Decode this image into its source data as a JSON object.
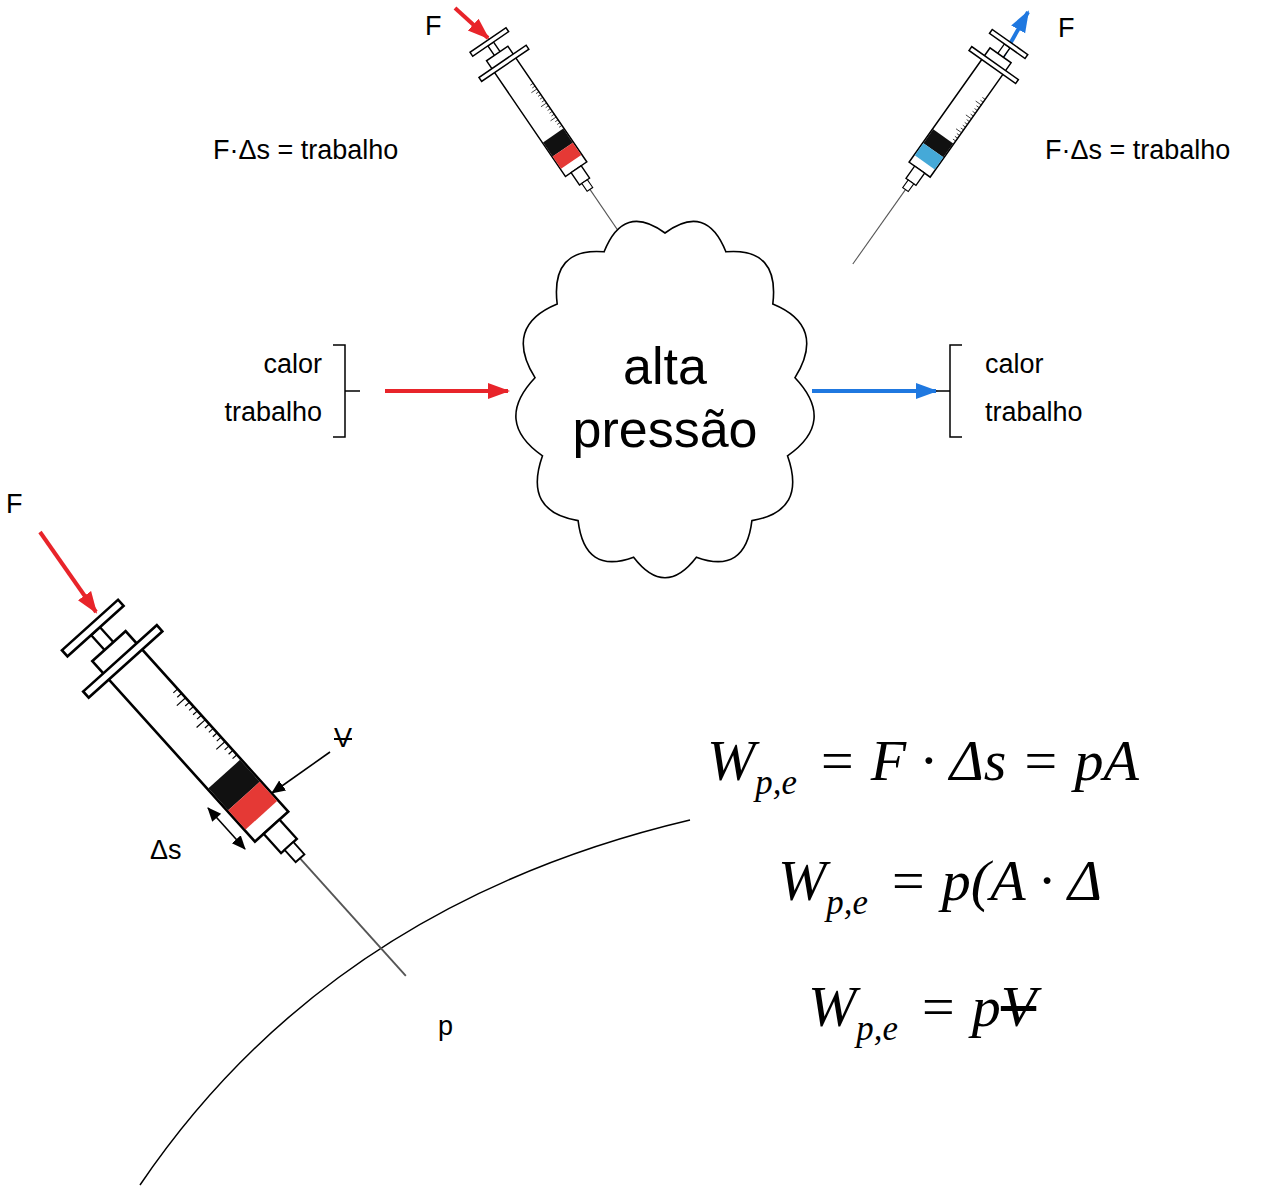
{
  "diagram": {
    "nodes": [
      {
        "text": [
          "alta pressão"
        ]
      }
    ],
    "labels": [
      "F",
      "F·Δs = trabalho",
      "F",
      "F·Δs = trabalho",
      "calor",
      "trabalho",
      "calor",
      "trabalho",
      "F",
      "V",
      "Δs",
      "p",
      "W",
      "p,e",
      "= F · Δs = pA",
      "W",
      "p,e",
      "= p(A · Δ",
      "W",
      "p,e",
      "= p",
      "V"
    ]
  }
}
